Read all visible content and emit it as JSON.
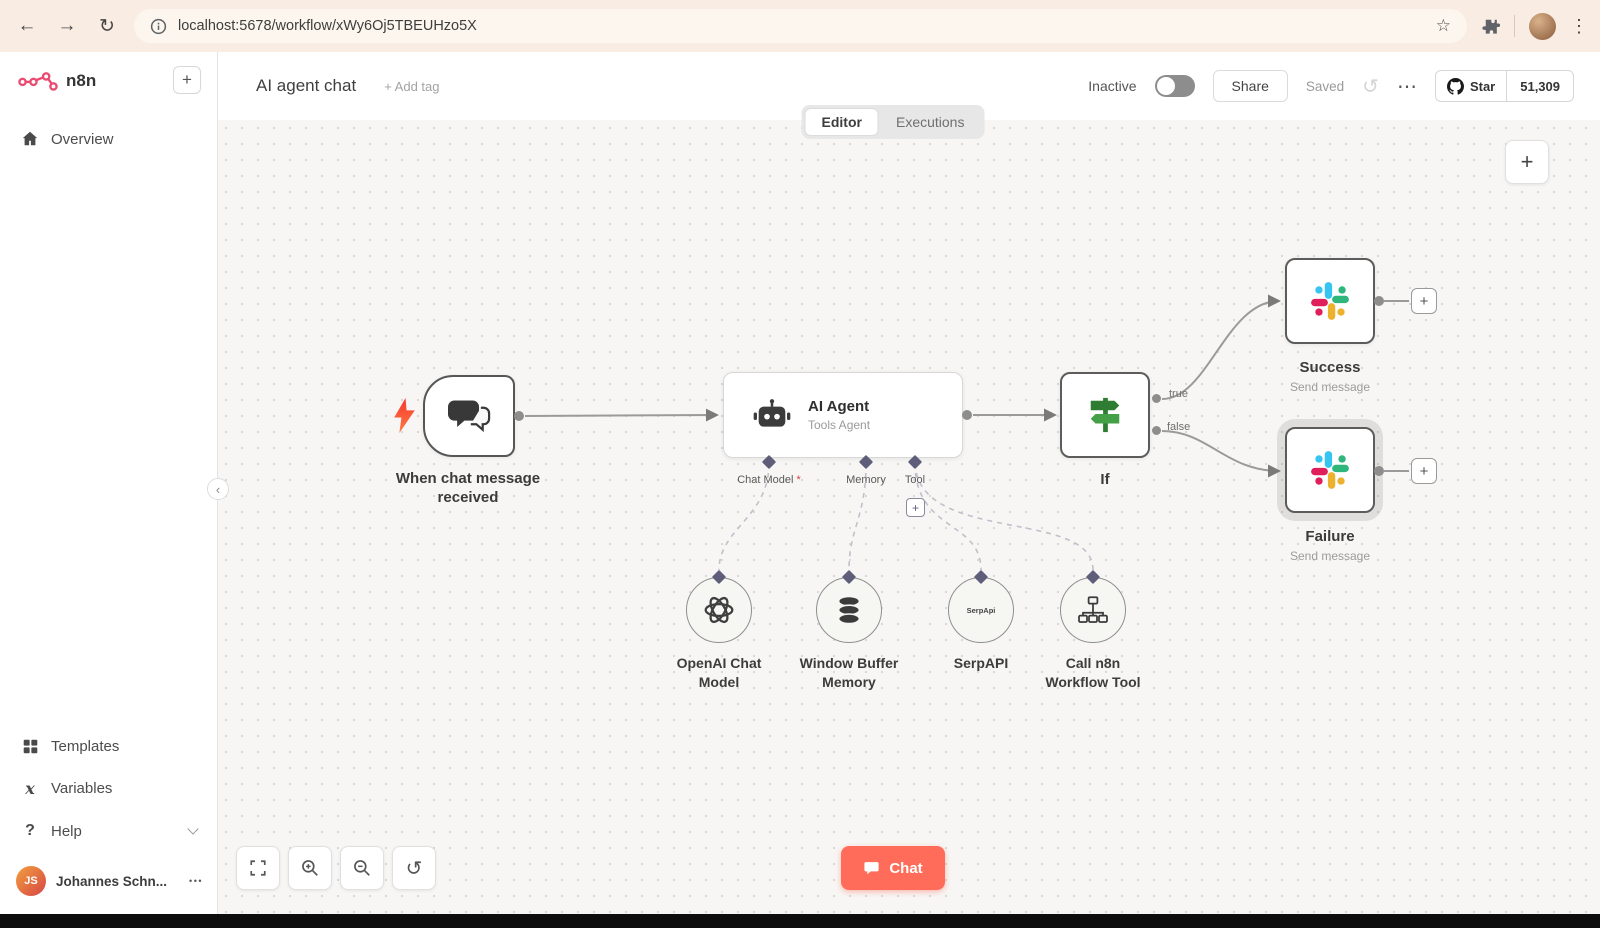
{
  "colors": {
    "accent": "#ea4b71",
    "chat_button": "#ff6d5a",
    "if_icon_green": "#2e7d32",
    "slack_blue": "#36c5f0",
    "slack_green": "#2eb67d",
    "slack_yellow": "#ecb22e",
    "slack_red": "#e01e5a"
  },
  "browser": {
    "url": "localhost:5678/workflow/xWy6Oj5TBEUHzo5X",
    "back_icon": "←",
    "forward_icon": "→",
    "reload_icon": "↻",
    "bookmark_icon": "☆",
    "menu_icon": "⋮"
  },
  "sidebar": {
    "logo_text": "n8n",
    "add_button": "+",
    "overview": "Overview",
    "templates": "Templates",
    "variables": "Variables",
    "help": "Help",
    "user": {
      "initials": "JS",
      "name": "Johannes Schn...",
      "menu_icon": "•••"
    }
  },
  "header": {
    "title": "AI agent chat",
    "add_tag": "+ Add tag",
    "inactive_label": "Inactive",
    "share_label": "Share",
    "saved_label": "Saved",
    "history_icon": "↺",
    "menu_icon": "⋯",
    "github": {
      "star_label": "Star",
      "count": "51,309"
    }
  },
  "tabs": {
    "editor": "Editor",
    "executions": "Executions"
  },
  "canvas": {
    "plus_icon": "+",
    "collapse_icon": "‹",
    "reset_icon": "↺",
    "chat_button_label": "Chat",
    "nodes": {
      "trigger": {
        "line1": "When chat message",
        "line2": "received"
      },
      "agent": {
        "title": "AI Agent",
        "subtitle": "Tools Agent"
      },
      "if_node": {
        "label": "If"
      },
      "success": {
        "label": "Success",
        "subtitle": "Send message"
      },
      "failure": {
        "label": "Failure",
        "subtitle": "Send message"
      },
      "openai": {
        "line1": "OpenAI Chat",
        "line2": "Model"
      },
      "memory": {
        "line1": "Window Buffer",
        "line2": "Memory"
      },
      "serpapi": {
        "label": "SerpAPI",
        "icon_text": "SerpApi"
      },
      "workflow_tool": {
        "line1": "Call n8n",
        "line2": "Workflow Tool"
      }
    },
    "ports": {
      "chat_model": "Chat Model",
      "required_mark": "*",
      "memory": "Memory",
      "tool": "Tool"
    },
    "edges": {
      "true_label": "true",
      "false_label": "false"
    }
  }
}
